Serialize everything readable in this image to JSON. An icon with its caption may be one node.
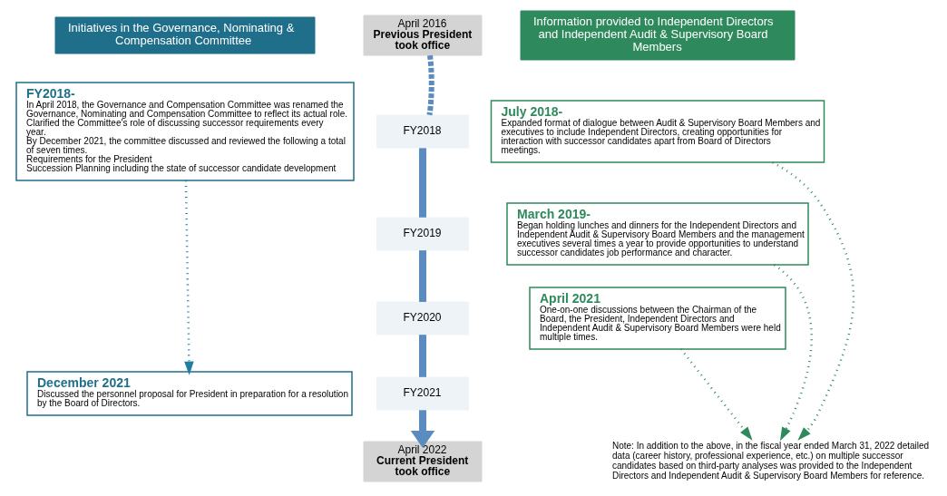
{
  "diagram": {
    "nodes": [
      {
        "text": [
          "Initiatives in the Governance, Nominating & Compensation Committee"
        ]
      },
      {
        "text": [
          "FY2018-",
          "In April 2018, the Governance and Compensation Committee was renamed the Governance, Nominating and Compensation Committee to reflect its actual role. Clarified the Committee's role of discussing successor requirements every year.",
          "By December 2021, the committee discussed and reviewed the following a total of seven times.",
          "Requirements for the President",
          "Succession Planning including the state of successor candidate development"
        ]
      },
      {
        "text": [
          "December 2021",
          "Discussed the personnel proposal for President in preparation for a resolution by the Board of Directors."
        ]
      },
      {
        "text": [
          "April 2016",
          "Previous President took office"
        ]
      },
      {
        "text": [
          "FY2018"
        ]
      },
      {
        "text": [
          "FY2019"
        ]
      },
      {
        "text": [
          "FY2020"
        ]
      },
      {
        "text": [
          "FY2021"
        ]
      },
      {
        "text": [
          "April 2022",
          "Current President took office"
        ]
      },
      {
        "text": [
          "Information provided to Independent Directors and Independent Audit & Supervisory Board Members"
        ]
      },
      {
        "text": [
          "July 2018-",
          "Expanded format of dialogue between Audit & Supervisory Board Members and executives to include Independent Directors, creating opportunities for interaction with successor candidates apart from Board of Directors meetings."
        ]
      },
      {
        "text": [
          "March 2019-",
          "Began holding lunches and dinners for the Independent Directors and Independent Audit & Supervisory Board Members and the management executives several times a year to provide opportunities to understand successor candidates job performance and character."
        ]
      },
      {
        "text": [
          "April 2021",
          "One-on-one discussions between the Chairman of the Board, the President, Independent Directors and Independent Audit & Supervisory Board Members were held multiple times."
        ]
      },
      {
        "text": [
          "Note: In addition to the above, in the fiscal year ended March 31, 2022 detailed data (career history, professional experience, etc.) on multiple successor candidates based on third-party analyses was provided to the Independent Directors and Independent Audit & Supervisory Board Members for reference."
        ]
      }
    ],
    "edges": [
      {
        "from": 1,
        "to": 2,
        "arrow": "to",
        "style": "dashed",
        "color": "#1f7ea1"
      },
      {
        "from": 3,
        "to": 4,
        "arrow": "none",
        "style": "dashed"
      },
      {
        "from": 4,
        "to": 5,
        "arrow": "none"
      },
      {
        "from": 5,
        "to": 6,
        "arrow": "none"
      },
      {
        "from": 6,
        "to": 7,
        "arrow": "none"
      },
      {
        "from": 7,
        "to": 8,
        "arrow": "to"
      },
      {
        "from": 10,
        "to": 13,
        "arrow": "to",
        "style": "dashed",
        "color": "#2e8a5c"
      },
      {
        "from": 11,
        "to": 13,
        "arrow": "to",
        "style": "dashed",
        "color": "#2e8a5c"
      },
      {
        "from": 12,
        "to": 13,
        "arrow": "to",
        "style": "dashed",
        "color": "#2e8a5c"
      }
    ]
  }
}
